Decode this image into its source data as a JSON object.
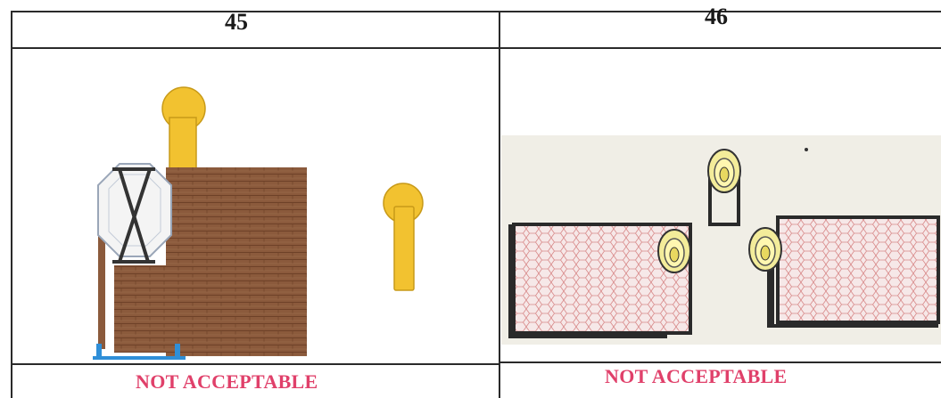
{
  "table": {
    "columns": [
      {
        "number": "45",
        "verdict": "NOT ACCEPTABLE"
      },
      {
        "number": "46",
        "verdict": "NOT ACCEPTABLE"
      }
    ]
  },
  "colors": {
    "verdict_text": "#e0406a",
    "brick": "#8b5a3c",
    "yellow_shape": "#f2c230",
    "blue_base": "#2f8fd8",
    "panel_bg": "#f0eee6",
    "mesh": "#e8b8b8"
  },
  "icons": {
    "cell45": [
      "yellow-keyhole-icon",
      "octagon-crossed-icon",
      "brick-block-icon",
      "blue-base-icon"
    ],
    "cell46": [
      "yellow-target-icon",
      "mesh-panel-icon"
    ]
  }
}
